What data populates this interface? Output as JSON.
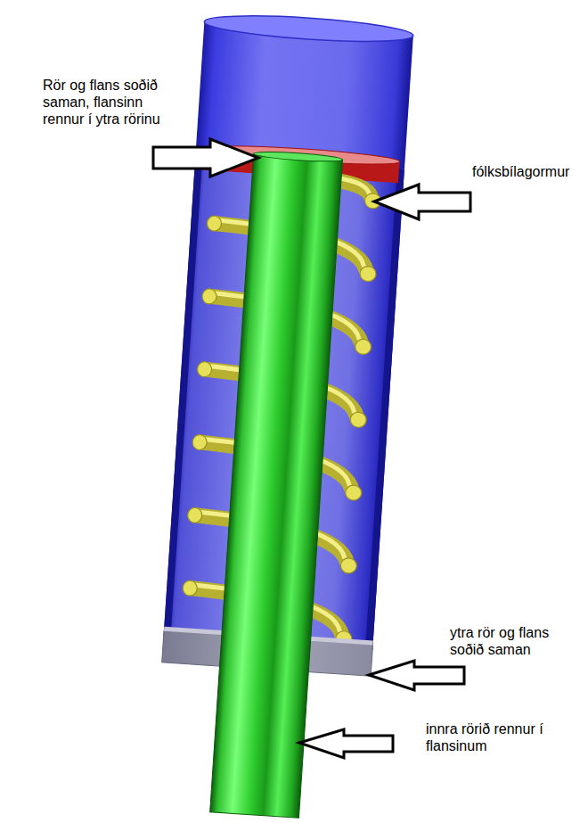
{
  "diagram": {
    "labels": [
      "Rör og flans soðið saman, flansinn rennur í ytra rörinu",
      "fólksbílagormur",
      "ytra rör og flans soðið saman",
      "innra rörið rennur í flansinum"
    ]
  }
}
